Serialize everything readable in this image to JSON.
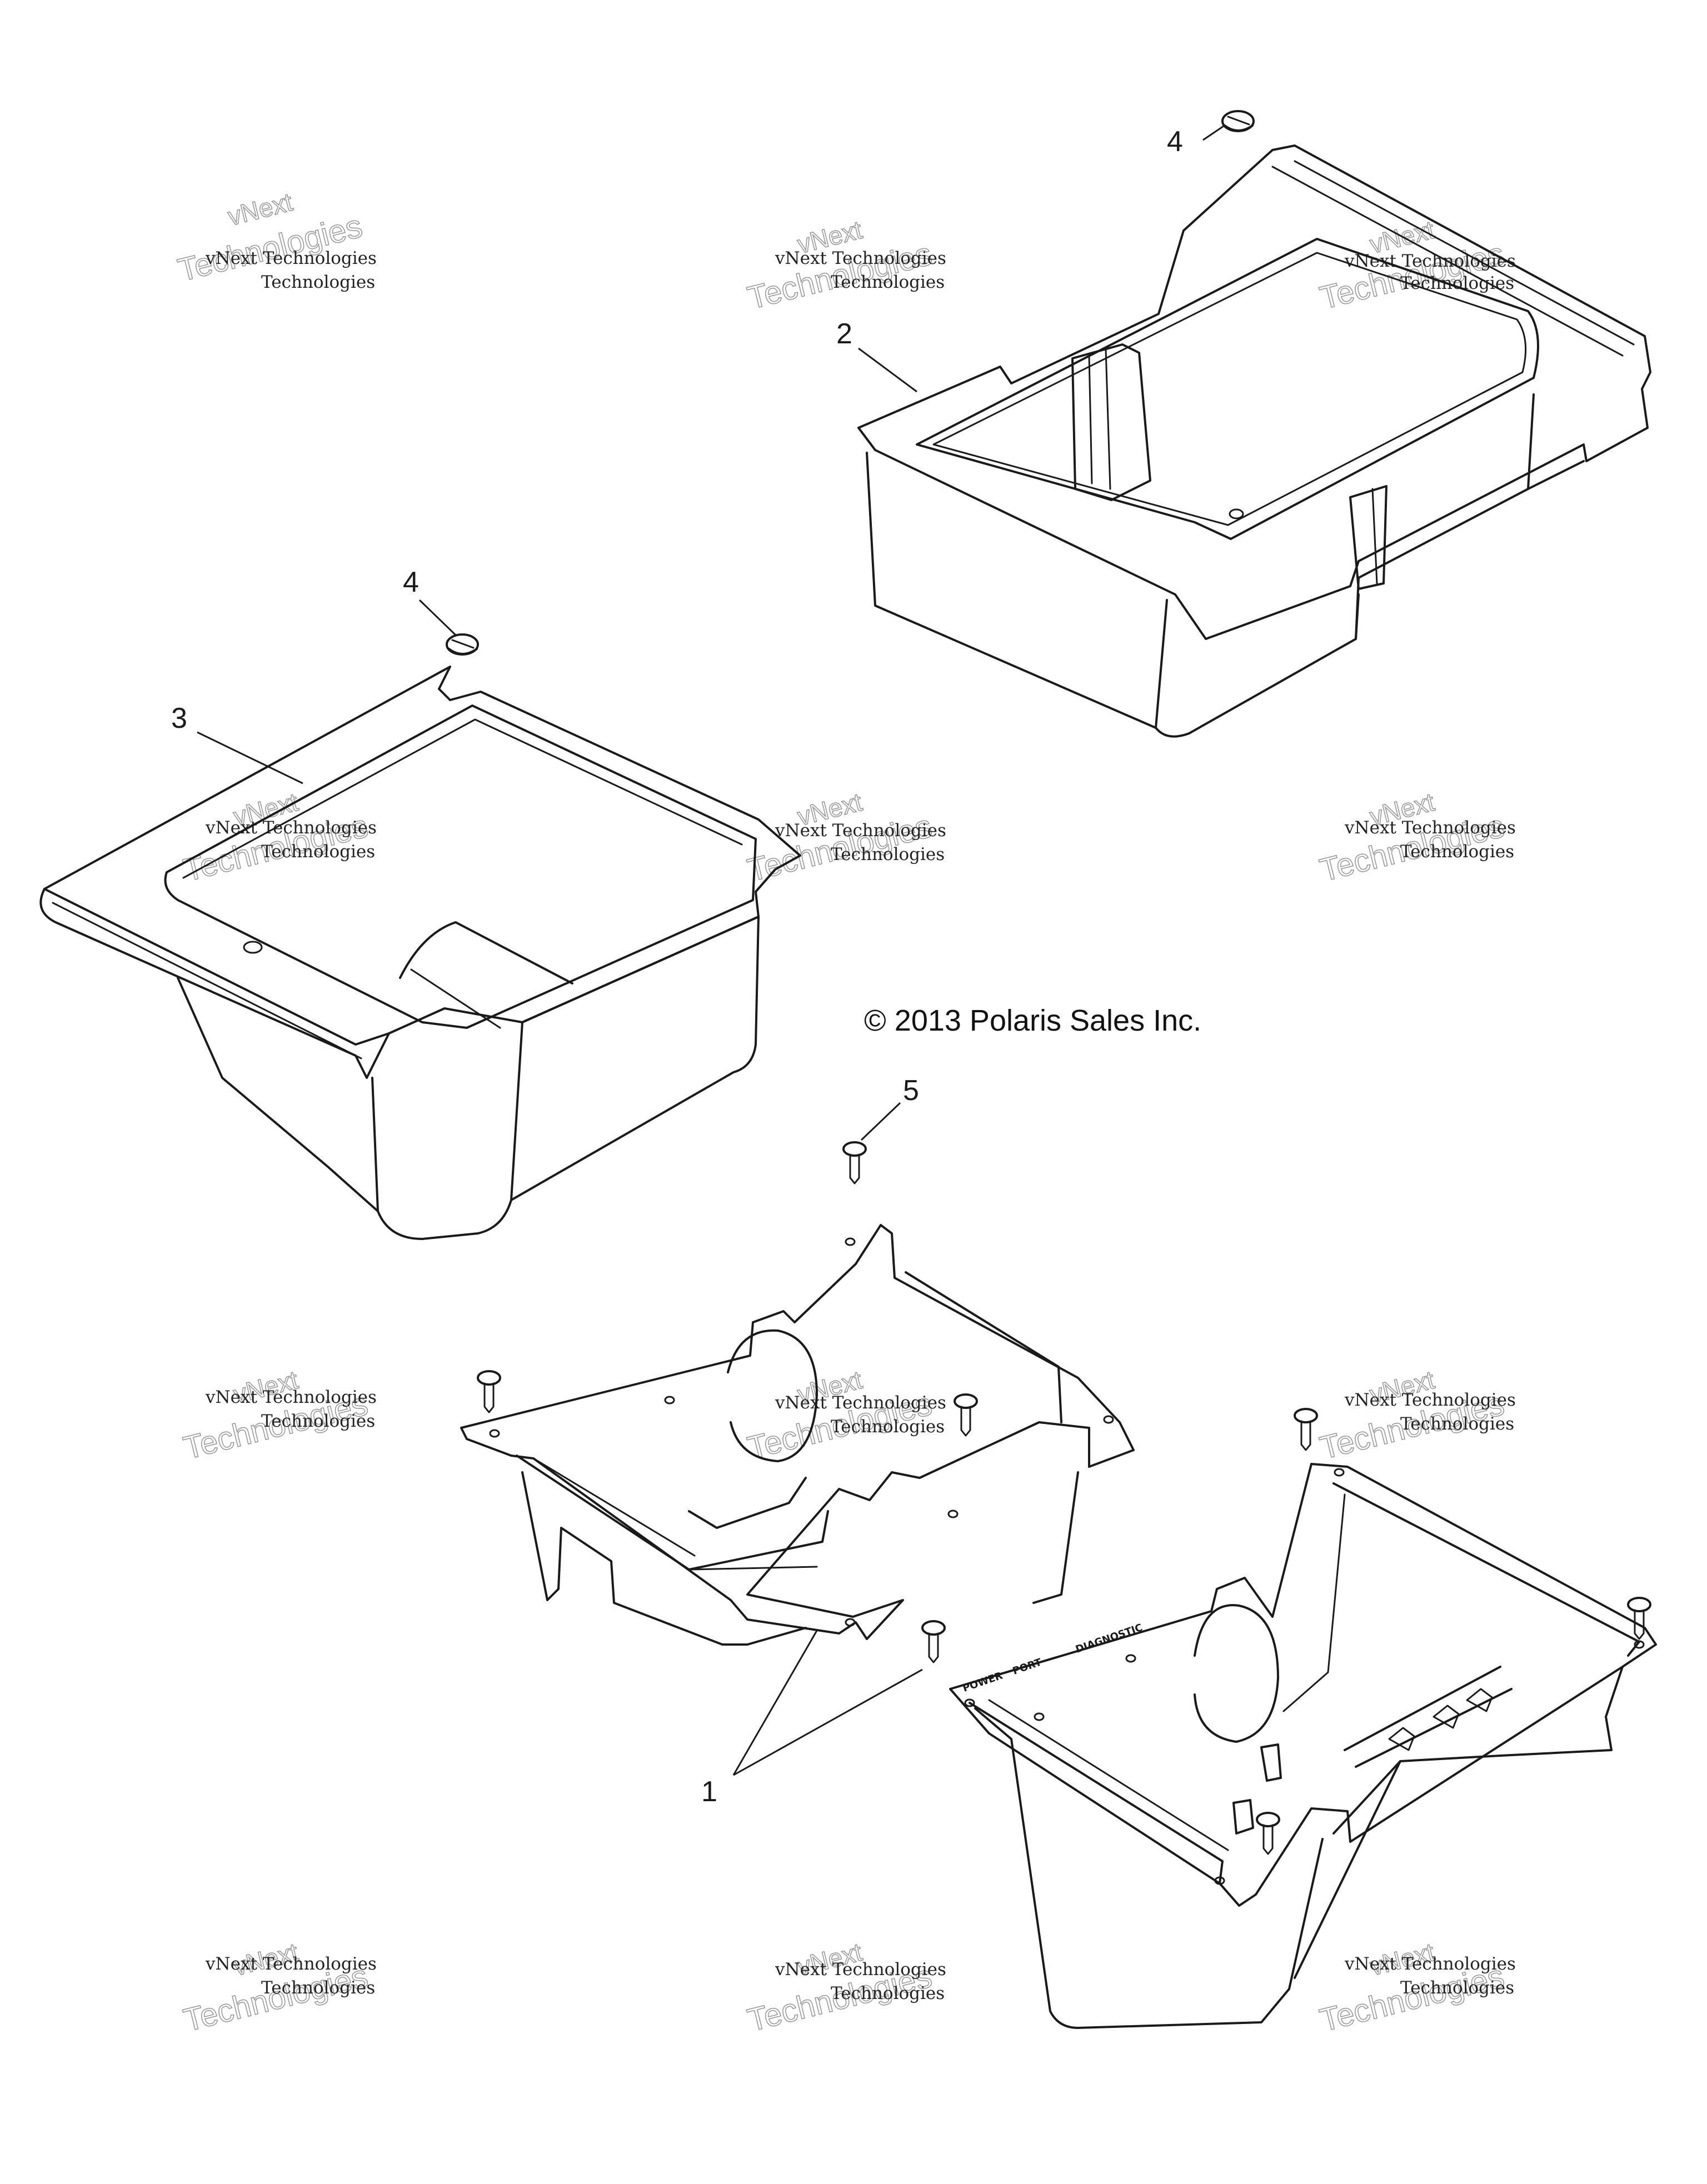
{
  "copyright": "© 2013 Polaris Sales Inc.",
  "watermark": {
    "brand": "vNext",
    "company": "Technologies",
    "full": "vNext Technologies"
  },
  "callouts": {
    "c1": "1",
    "c2": "2",
    "c3": "3",
    "c4a": "4",
    "c4b": "4",
    "c5": "5"
  },
  "panel_text": {
    "power": "POWER",
    "port": "PORT",
    "diagnostic": "DIAGNOSTIC"
  }
}
